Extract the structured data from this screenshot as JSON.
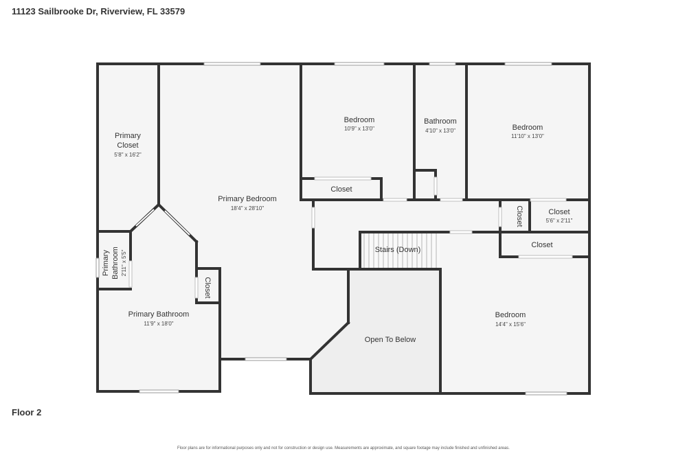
{
  "header": {
    "address": "11123 Sailbrooke Dr, Riverview, FL 33579"
  },
  "footer": {
    "floor_label": "Floor 2",
    "disclaimer": "Floor plans are for informational purposes only and not for construction or design use. Measurements are approximate, and square footage may include finished and unfinished areas."
  },
  "rooms": {
    "primary_closet": {
      "name_1": "Primary",
      "name_2": "Closet",
      "dims": "5'8\" x 16'2\""
    },
    "primary_bedroom": {
      "name": "Primary Bedroom",
      "dims": "18'4\" x 28'10\""
    },
    "bedroom_1": {
      "name": "Bedroom",
      "dims": "10'9\" x 13'0\""
    },
    "bathroom": {
      "name": "Bathroom",
      "dims": "4'10\" x 13'0\""
    },
    "bedroom_2": {
      "name": "Bedroom",
      "dims": "11'10\" x 13'0\""
    },
    "closet_bedroom_1": {
      "name": "Closet"
    },
    "closet_small_vertical": {
      "name": "Closet"
    },
    "closet_hall": {
      "name": "Closet",
      "dims": "5'6\" x 2'11\""
    },
    "closet_bedroom_3": {
      "name": "Closet"
    },
    "stairs": {
      "name": "Stairs (Down)"
    },
    "primary_bathroom_small": {
      "name_1": "Primary",
      "name_2": "Bathroom",
      "dims": "2'11\" x 5'5\""
    },
    "closet_primary": {
      "name": "Closet"
    },
    "primary_bathroom": {
      "name": "Primary Bathroom",
      "dims": "11'9\" x 18'0\""
    },
    "open_to_below": {
      "name": "Open To Below"
    },
    "bedroom_3": {
      "name": "Bedroom",
      "dims": "14'4\" x 15'6\""
    }
  },
  "colors": {
    "wall": "#333333",
    "floor": "#f5f5f5",
    "open_area": "#eeeeee"
  }
}
